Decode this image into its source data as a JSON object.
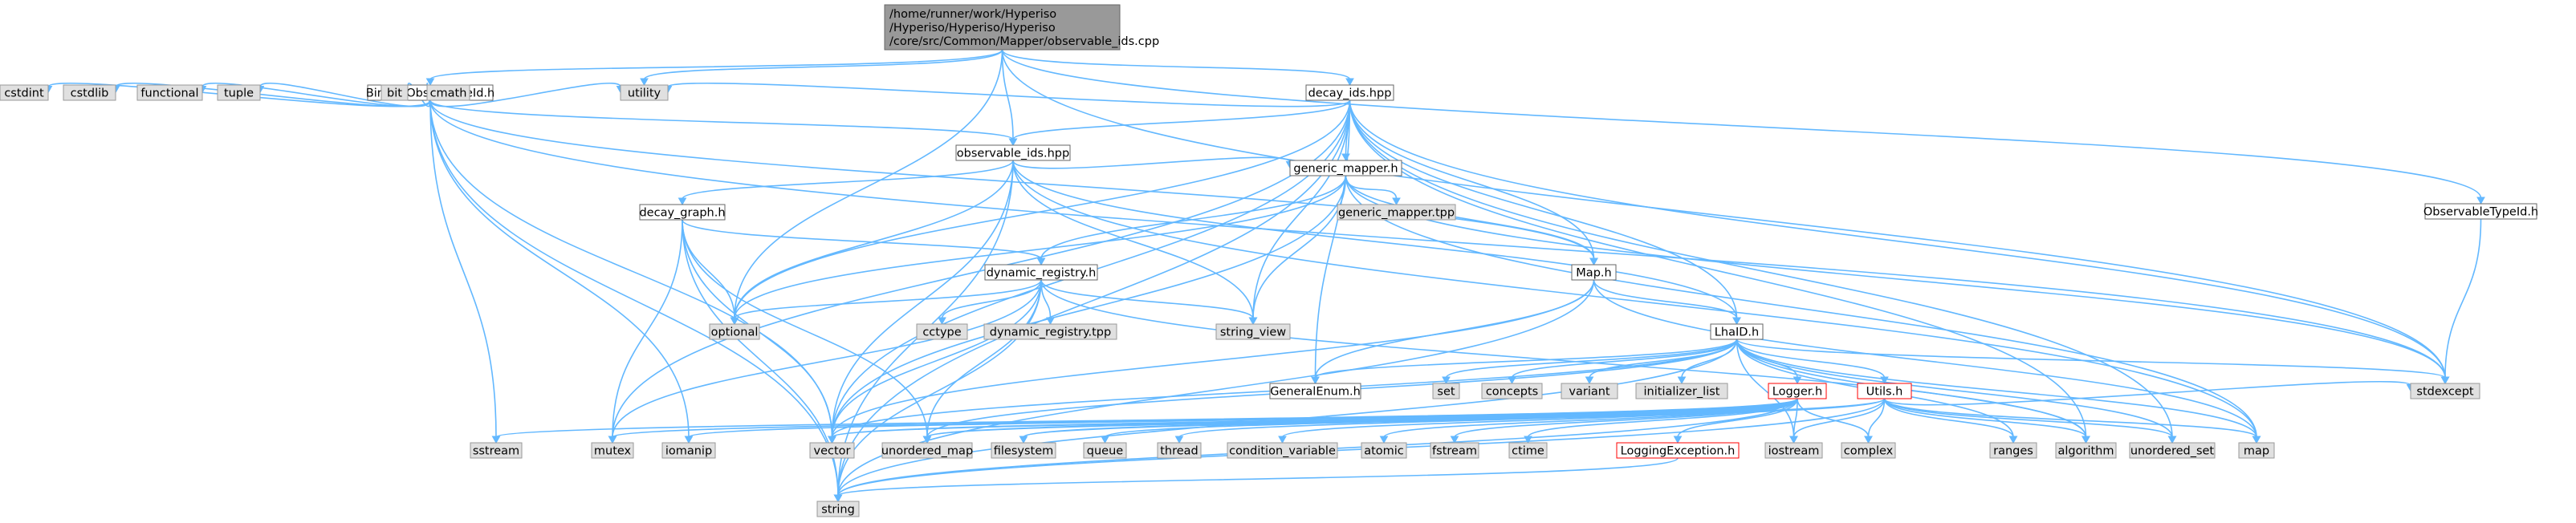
{
  "title_lines": [
    "/home/runner/work/Hyperiso",
    "/Hyperiso/Hyperiso/Hyperiso",
    "/core/src/Common/Mapper/observable_ids.cpp"
  ],
  "nodes": [
    {
      "id": "root",
      "label": "",
      "style": "root"
    },
    {
      "id": "binned",
      "label": "BinnedObservableId.h",
      "style": "header"
    },
    {
      "id": "decay_ids",
      "label": "decay_ids.hpp",
      "style": "header"
    },
    {
      "id": "obs_type",
      "label": "ObservableTypeId.h",
      "style": "header"
    },
    {
      "id": "obs_ids",
      "label": "observable_ids.hpp",
      "style": "header"
    },
    {
      "id": "decay_graph",
      "label": "decay_graph.h",
      "style": "header"
    },
    {
      "id": "generic_mapper",
      "label": "generic_mapper.h",
      "style": "header"
    },
    {
      "id": "dyn_reg",
      "label": "dynamic_registry.h",
      "style": "header"
    },
    {
      "id": "maph",
      "label": "Map.h",
      "style": "header"
    },
    {
      "id": "lhaid",
      "label": "LhaID.h",
      "style": "header"
    },
    {
      "id": "genum",
      "label": "GeneralEnum.h",
      "style": "header"
    },
    {
      "id": "logger",
      "label": "Logger.h",
      "style": "red"
    },
    {
      "id": "utils",
      "label": "Utils.h",
      "style": "red"
    },
    {
      "id": "logexc",
      "label": "LoggingException.h",
      "style": "red"
    },
    {
      "id": "gm_tpp",
      "label": "generic_mapper.tpp",
      "style": "sys"
    },
    {
      "id": "dr_tpp",
      "label": "dynamic_registry.tpp",
      "style": "sys"
    },
    {
      "id": "cstdint",
      "label": "cstdint",
      "style": "sys"
    },
    {
      "id": "cstdlib",
      "label": "cstdlib",
      "style": "sys"
    },
    {
      "id": "functional",
      "label": "functional",
      "style": "sys"
    },
    {
      "id": "tuple",
      "label": "tuple",
      "style": "sys"
    },
    {
      "id": "bit",
      "label": "bit",
      "style": "sys"
    },
    {
      "id": "cmath",
      "label": "cmath",
      "style": "sys"
    },
    {
      "id": "utility",
      "label": "utility",
      "style": "sys"
    },
    {
      "id": "optional",
      "label": "optional",
      "style": "sys"
    },
    {
      "id": "cctype",
      "label": "cctype",
      "style": "sys"
    },
    {
      "id": "string_view",
      "label": "string_view",
      "style": "sys"
    },
    {
      "id": "set",
      "label": "set",
      "style": "sys"
    },
    {
      "id": "concepts",
      "label": "concepts",
      "style": "sys"
    },
    {
      "id": "variant",
      "label": "variant",
      "style": "sys"
    },
    {
      "id": "init_list",
      "label": "initializer_list",
      "style": "sys"
    },
    {
      "id": "stdexcept",
      "label": "stdexcept",
      "style": "sys"
    },
    {
      "id": "sstream",
      "label": "sstream",
      "style": "sys"
    },
    {
      "id": "mutex",
      "label": "mutex",
      "style": "sys"
    },
    {
      "id": "iomanip",
      "label": "iomanip",
      "style": "sys"
    },
    {
      "id": "vector",
      "label": "vector",
      "style": "sys"
    },
    {
      "id": "umap",
      "label": "unordered_map",
      "style": "sys"
    },
    {
      "id": "filesystem",
      "label": "filesystem",
      "style": "sys"
    },
    {
      "id": "queue",
      "label": "queue",
      "style": "sys"
    },
    {
      "id": "thread",
      "label": "thread",
      "style": "sys"
    },
    {
      "id": "condvar",
      "label": "condition_variable",
      "style": "sys"
    },
    {
      "id": "atomic",
      "label": "atomic",
      "style": "sys"
    },
    {
      "id": "fstream",
      "label": "fstream",
      "style": "sys"
    },
    {
      "id": "ctime",
      "label": "ctime",
      "style": "sys"
    },
    {
      "id": "iostream",
      "label": "iostream",
      "style": "sys"
    },
    {
      "id": "complex",
      "label": "complex",
      "style": "sys"
    },
    {
      "id": "ranges",
      "label": "ranges",
      "style": "sys"
    },
    {
      "id": "algorithm",
      "label": "algorithm",
      "style": "sys"
    },
    {
      "id": "uset",
      "label": "unordered_set",
      "style": "sys"
    },
    {
      "id": "map",
      "label": "map",
      "style": "sys"
    },
    {
      "id": "string",
      "label": "string",
      "style": "sys"
    }
  ],
  "edges": [
    [
      "root",
      "binned"
    ],
    [
      "root",
      "utility"
    ],
    [
      "root",
      "optional"
    ],
    [
      "root",
      "obs_ids"
    ],
    [
      "root",
      "decay_ids"
    ],
    [
      "root",
      "obs_type"
    ],
    [
      "root",
      "stdexcept"
    ],
    [
      "binned",
      "cstdint"
    ],
    [
      "binned",
      "cstdlib"
    ],
    [
      "binned",
      "functional"
    ],
    [
      "binned",
      "tuple"
    ],
    [
      "binned",
      "bit"
    ],
    [
      "binned",
      "cmath"
    ],
    [
      "binned",
      "utility"
    ],
    [
      "binned",
      "obs_ids"
    ],
    [
      "binned",
      "string"
    ],
    [
      "binned",
      "sstream"
    ],
    [
      "binned",
      "iomanip"
    ],
    [
      "binned",
      "vector"
    ],
    [
      "binned",
      "stdexcept"
    ],
    [
      "binned",
      "maph"
    ],
    [
      "decay_ids",
      "utility"
    ],
    [
      "decay_ids",
      "obs_ids"
    ],
    [
      "decay_ids",
      "optional"
    ],
    [
      "decay_ids",
      "generic_mapper"
    ],
    [
      "decay_ids",
      "maph"
    ],
    [
      "decay_ids",
      "lhaid"
    ],
    [
      "decay_ids",
      "string_view"
    ],
    [
      "decay_ids",
      "stdexcept"
    ],
    [
      "decay_ids",
      "algorithm"
    ],
    [
      "decay_ids",
      "uset"
    ],
    [
      "decay_ids",
      "vector"
    ],
    [
      "decay_ids",
      "string"
    ],
    [
      "decay_ids",
      "mutex"
    ],
    [
      "decay_ids",
      "genum"
    ],
    [
      "obs_type",
      "stdexcept"
    ],
    [
      "obs_ids",
      "decay_graph"
    ],
    [
      "obs_ids",
      "generic_mapper"
    ],
    [
      "obs_ids",
      "optional"
    ],
    [
      "obs_ids",
      "string_view"
    ],
    [
      "obs_ids",
      "vector"
    ],
    [
      "obs_ids",
      "string"
    ],
    [
      "obs_ids",
      "lhaid"
    ],
    [
      "obs_ids",
      "map"
    ],
    [
      "decay_graph",
      "dyn_reg"
    ],
    [
      "decay_graph",
      "optional"
    ],
    [
      "decay_graph",
      "mutex"
    ],
    [
      "decay_graph",
      "vector"
    ],
    [
      "decay_graph",
      "string"
    ],
    [
      "decay_graph",
      "umap"
    ],
    [
      "generic_mapper",
      "gm_tpp"
    ],
    [
      "generic_mapper",
      "maph"
    ],
    [
      "generic_mapper",
      "dyn_reg"
    ],
    [
      "generic_mapper",
      "string_view"
    ],
    [
      "generic_mapper",
      "optional"
    ],
    [
      "generic_mapper",
      "vector"
    ],
    [
      "generic_mapper",
      "stdexcept"
    ],
    [
      "generic_mapper",
      "map"
    ],
    [
      "dyn_reg",
      "optional"
    ],
    [
      "dyn_reg",
      "cctype"
    ],
    [
      "dyn_reg",
      "dr_tpp"
    ],
    [
      "dyn_reg",
      "string_view"
    ],
    [
      "dyn_reg",
      "vector"
    ],
    [
      "dyn_reg",
      "umap"
    ],
    [
      "dyn_reg",
      "string"
    ],
    [
      "dyn_reg",
      "mutex"
    ],
    [
      "dyn_reg",
      "algorithm"
    ],
    [
      "maph",
      "lhaid"
    ],
    [
      "maph",
      "genum"
    ],
    [
      "maph",
      "vector"
    ],
    [
      "maph",
      "map"
    ],
    [
      "maph",
      "string"
    ],
    [
      "lhaid",
      "genum"
    ],
    [
      "lhaid",
      "set"
    ],
    [
      "lhaid",
      "concepts"
    ],
    [
      "lhaid",
      "variant"
    ],
    [
      "lhaid",
      "init_list"
    ],
    [
      "lhaid",
      "logger"
    ],
    [
      "lhaid",
      "utils"
    ],
    [
      "lhaid",
      "stdexcept"
    ],
    [
      "lhaid",
      "algorithm"
    ],
    [
      "lhaid",
      "uset"
    ],
    [
      "lhaid",
      "map"
    ],
    [
      "lhaid",
      "ranges"
    ],
    [
      "lhaid",
      "iostream"
    ],
    [
      "lhaid",
      "string"
    ],
    [
      "lhaid",
      "umap"
    ],
    [
      "lhaid",
      "vector"
    ],
    [
      "logger",
      "sstream"
    ],
    [
      "logger",
      "mutex"
    ],
    [
      "logger",
      "iomanip"
    ],
    [
      "logger",
      "vector"
    ],
    [
      "logger",
      "umap"
    ],
    [
      "logger",
      "filesystem"
    ],
    [
      "logger",
      "queue"
    ],
    [
      "logger",
      "thread"
    ],
    [
      "logger",
      "condvar"
    ],
    [
      "logger",
      "atomic"
    ],
    [
      "logger",
      "fstream"
    ],
    [
      "logger",
      "ctime"
    ],
    [
      "logger",
      "logexc"
    ],
    [
      "logger",
      "iostream"
    ],
    [
      "logger",
      "complex"
    ],
    [
      "logger",
      "string"
    ],
    [
      "utils",
      "vector"
    ],
    [
      "utils",
      "umap"
    ],
    [
      "utils",
      "filesystem"
    ],
    [
      "utils",
      "iostream"
    ],
    [
      "utils",
      "complex"
    ],
    [
      "utils",
      "ranges"
    ],
    [
      "utils",
      "algorithm"
    ],
    [
      "utils",
      "uset"
    ],
    [
      "utils",
      "map"
    ],
    [
      "utils",
      "string"
    ],
    [
      "utils",
      "stdexcept"
    ],
    [
      "logexc",
      "string"
    ]
  ],
  "colors": {
    "edge": "#63B8FF",
    "root_fill": "#999999",
    "header_fill": "#ffffff",
    "header_border": "#666666",
    "sys_fill": "#e0e0e0",
    "sys_border": "#999999",
    "red_border": "#ff0000",
    "text": "#000000"
  }
}
